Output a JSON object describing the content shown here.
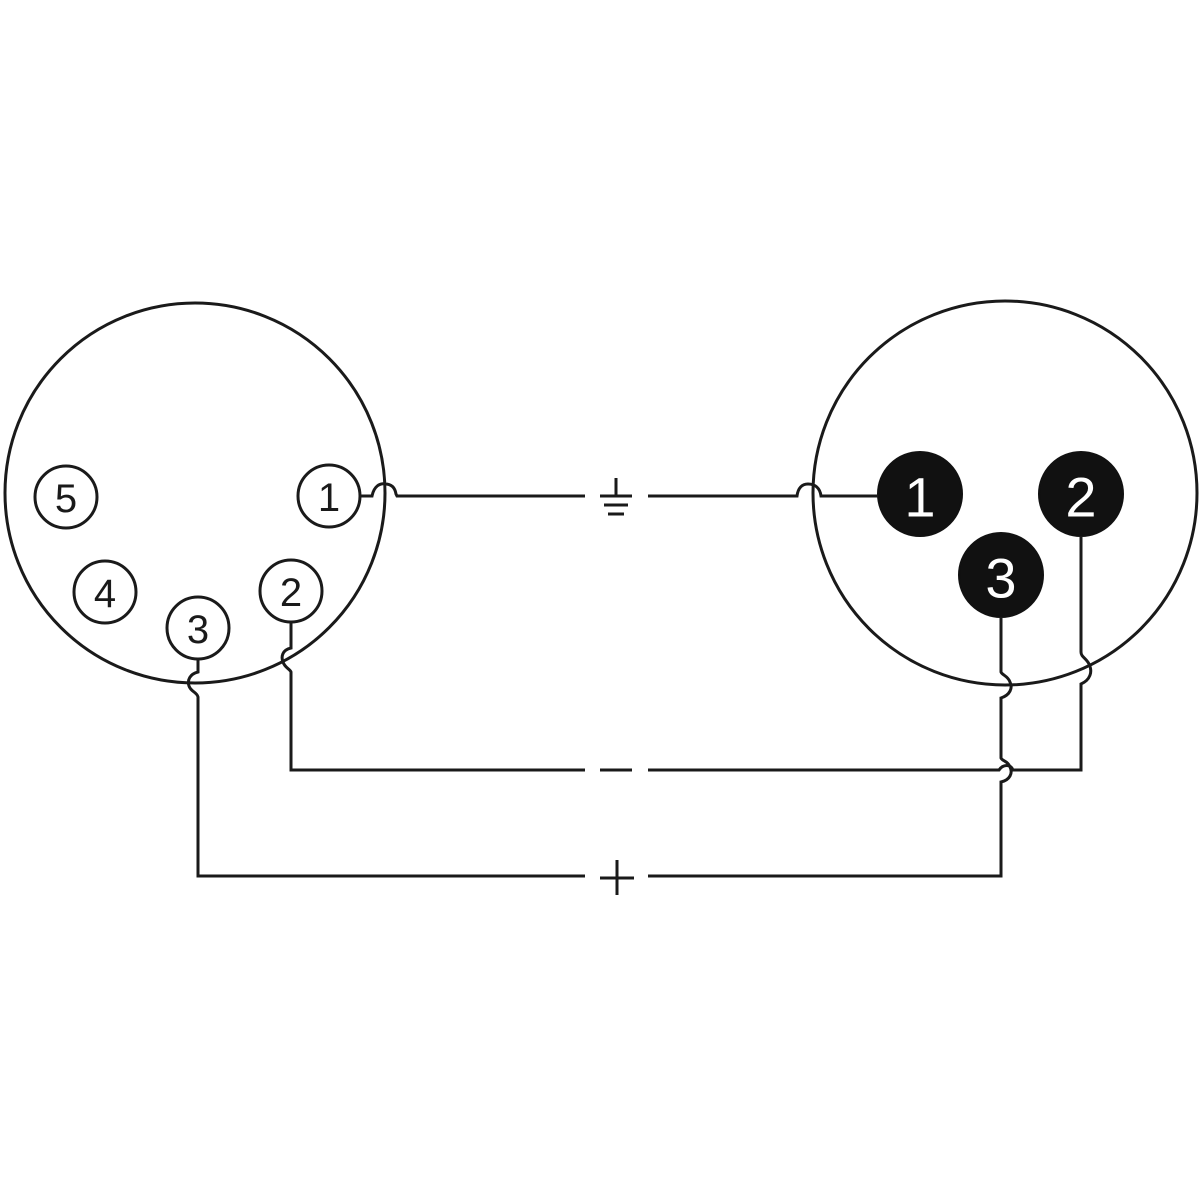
{
  "diagram": {
    "title": "",
    "type": "cable wiring diagram",
    "colors": {
      "line": "#1a1a1a",
      "pin_fill_solid": "#111111",
      "pin_text_solid": "#ffffff",
      "background": "#ffffff"
    },
    "left_connector": {
      "name": "5-pin DIN/XLR (female face)",
      "pins": [
        {
          "label": "1"
        },
        {
          "label": "2"
        },
        {
          "label": "3"
        },
        {
          "label": "4"
        },
        {
          "label": "5"
        }
      ]
    },
    "right_connector": {
      "name": "3-pin XLR",
      "pins": [
        {
          "label": "1"
        },
        {
          "label": "2"
        },
        {
          "label": "3"
        }
      ]
    },
    "connections": [
      {
        "from": "left.1",
        "to": "right.1",
        "signal": "ground",
        "symbol": "ground-icon"
      },
      {
        "from": "left.2",
        "to": "right.2",
        "signal": "minus",
        "symbol": "minus-icon"
      },
      {
        "from": "left.3",
        "to": "right.3",
        "signal": "plus",
        "symbol": "plus-icon"
      }
    ]
  }
}
